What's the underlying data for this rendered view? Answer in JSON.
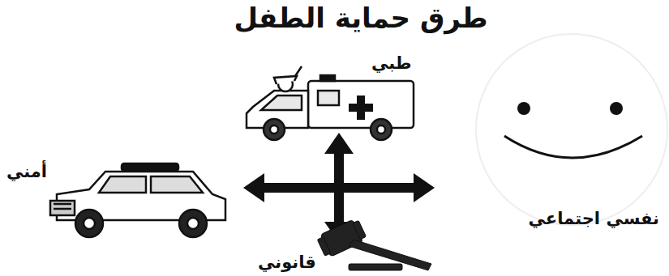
{
  "diagram": {
    "title": "طرق حماية الطفل",
    "labels": [
      "طبي",
      "أمني",
      "نفسي اجتماعي",
      "قانوني"
    ]
  }
}
